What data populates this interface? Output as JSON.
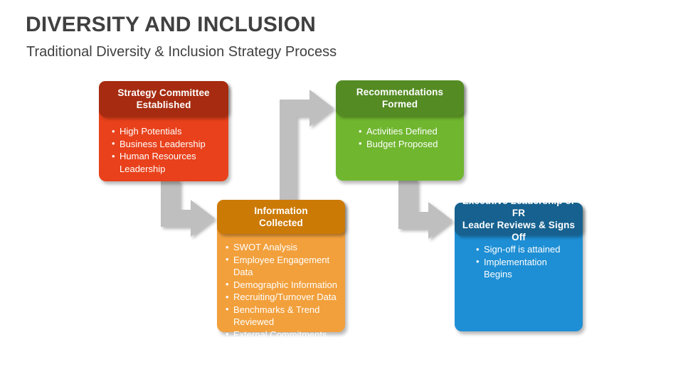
{
  "slide": {
    "title": "DIVERSITY AND INCLUSION",
    "subtitle": "Traditional Diversity & Inclusion Strategy Process",
    "background_color": "#FFFFFF",
    "title_color": "#404040",
    "arrow_color": "#BFBFBF"
  },
  "boxes": [
    {
      "id": "strategy",
      "header": "Strategy Committee Established",
      "header_line1": "Strategy Committee",
      "header_line2": "Established",
      "header_color": "#A62B10",
      "body_color": "#E8411B",
      "items": [
        "High Potentials",
        "Business Leadership",
        "Human Resources Leadership"
      ]
    },
    {
      "id": "information",
      "header": "Information Collected",
      "header_line1": "Information",
      "header_line2": "Collected",
      "header_color": "#CC7A06",
      "body_color": "#F2A03C",
      "items": [
        "SWOT Analysis",
        "Employee Engagement Data",
        "Demographic Information",
        "Recruiting/Turnover Data",
        "Benchmarks & Trend Reviewed",
        "External Commitments"
      ]
    },
    {
      "id": "recommendations",
      "header": "Recommendations Formed",
      "header_line1": "Recommendations",
      "header_line2": "Formed",
      "header_color": "#548B23",
      "body_color": "#70B62F",
      "items": [
        "Activities Defined",
        "Budget Proposed"
      ]
    },
    {
      "id": "executive",
      "header": "Executive Leadership or FR Leader Reviews & Signs Off",
      "header_line1": "Executive Leadership or FR",
      "header_line2": "Leader Reviews & Signs Off",
      "header_color": "#16618F",
      "body_color": "#1E8FD5",
      "items": [
        "Sign-off is attained",
        "Implementation Begins"
      ]
    }
  ],
  "arrows": [
    {
      "id": "strategy-to-information",
      "label": "arrow from Strategy Committee down to Information Collected",
      "direction": "down-right"
    },
    {
      "id": "information-to-recommendations",
      "label": "arrow from Information Collected up to Recommendations Formed",
      "direction": "up-right"
    },
    {
      "id": "recommendations-to-executive",
      "label": "arrow from Recommendations Formed down to Executive Leadership",
      "direction": "down-right"
    }
  ]
}
